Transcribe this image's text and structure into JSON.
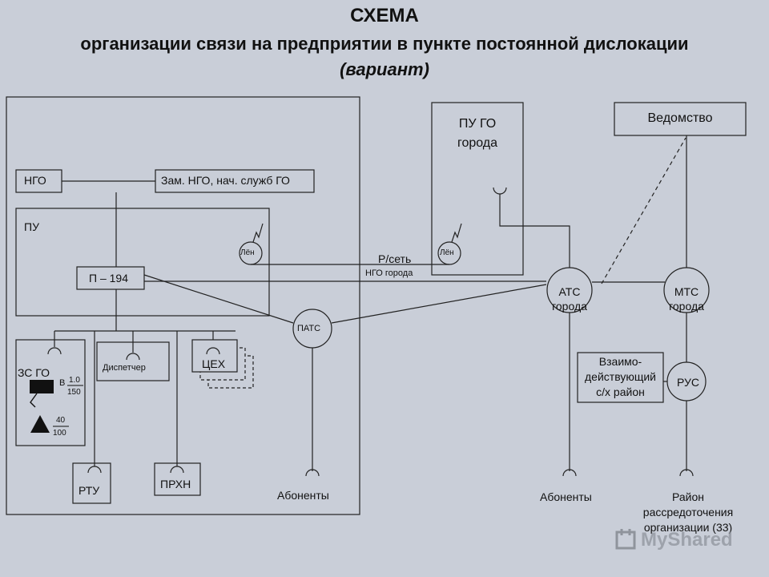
{
  "title": {
    "line1": "СХЕМА",
    "line2": "организации связи на предприятии в пункте постоянной дислокации",
    "line3": "(вариант)"
  },
  "labels": {
    "ngo": "НГО",
    "zam": "Зам. НГО, нач. служб ГО",
    "pu": "ПУ",
    "len": "Лён",
    "p194": "П – 194",
    "zsgo": "ЗС ГО",
    "v": "В",
    "frac1_top": "1.0",
    "frac1_bottom": "150",
    "frac2_top": "40",
    "frac2_bottom": "100",
    "dispatcher": "Диспетчер",
    "ceh": "ЦЕХ",
    "rtu": "РТУ",
    "prhn": "ПРХН",
    "pats": "ПАТС",
    "subscribers": "Абоненты",
    "pu_go_line1": "ПУ ГО",
    "pu_go_line2": "города",
    "rnet": "Р/сеть",
    "ngo_city": "НГО города",
    "ats_line1": "АТС",
    "ats_line2": "города",
    "vedomstvo": "Ведомство",
    "mts_line1": "МТС",
    "mts_line2": "города",
    "vz_line1": "Взаимо-",
    "vz_line2": "действующий",
    "vz_line3": "с/х район",
    "rus": "РУС",
    "district_line1": "Район",
    "district_line2": "рассредоточения",
    "district_line3": "организации (33)"
  },
  "watermark": "MyShared"
}
